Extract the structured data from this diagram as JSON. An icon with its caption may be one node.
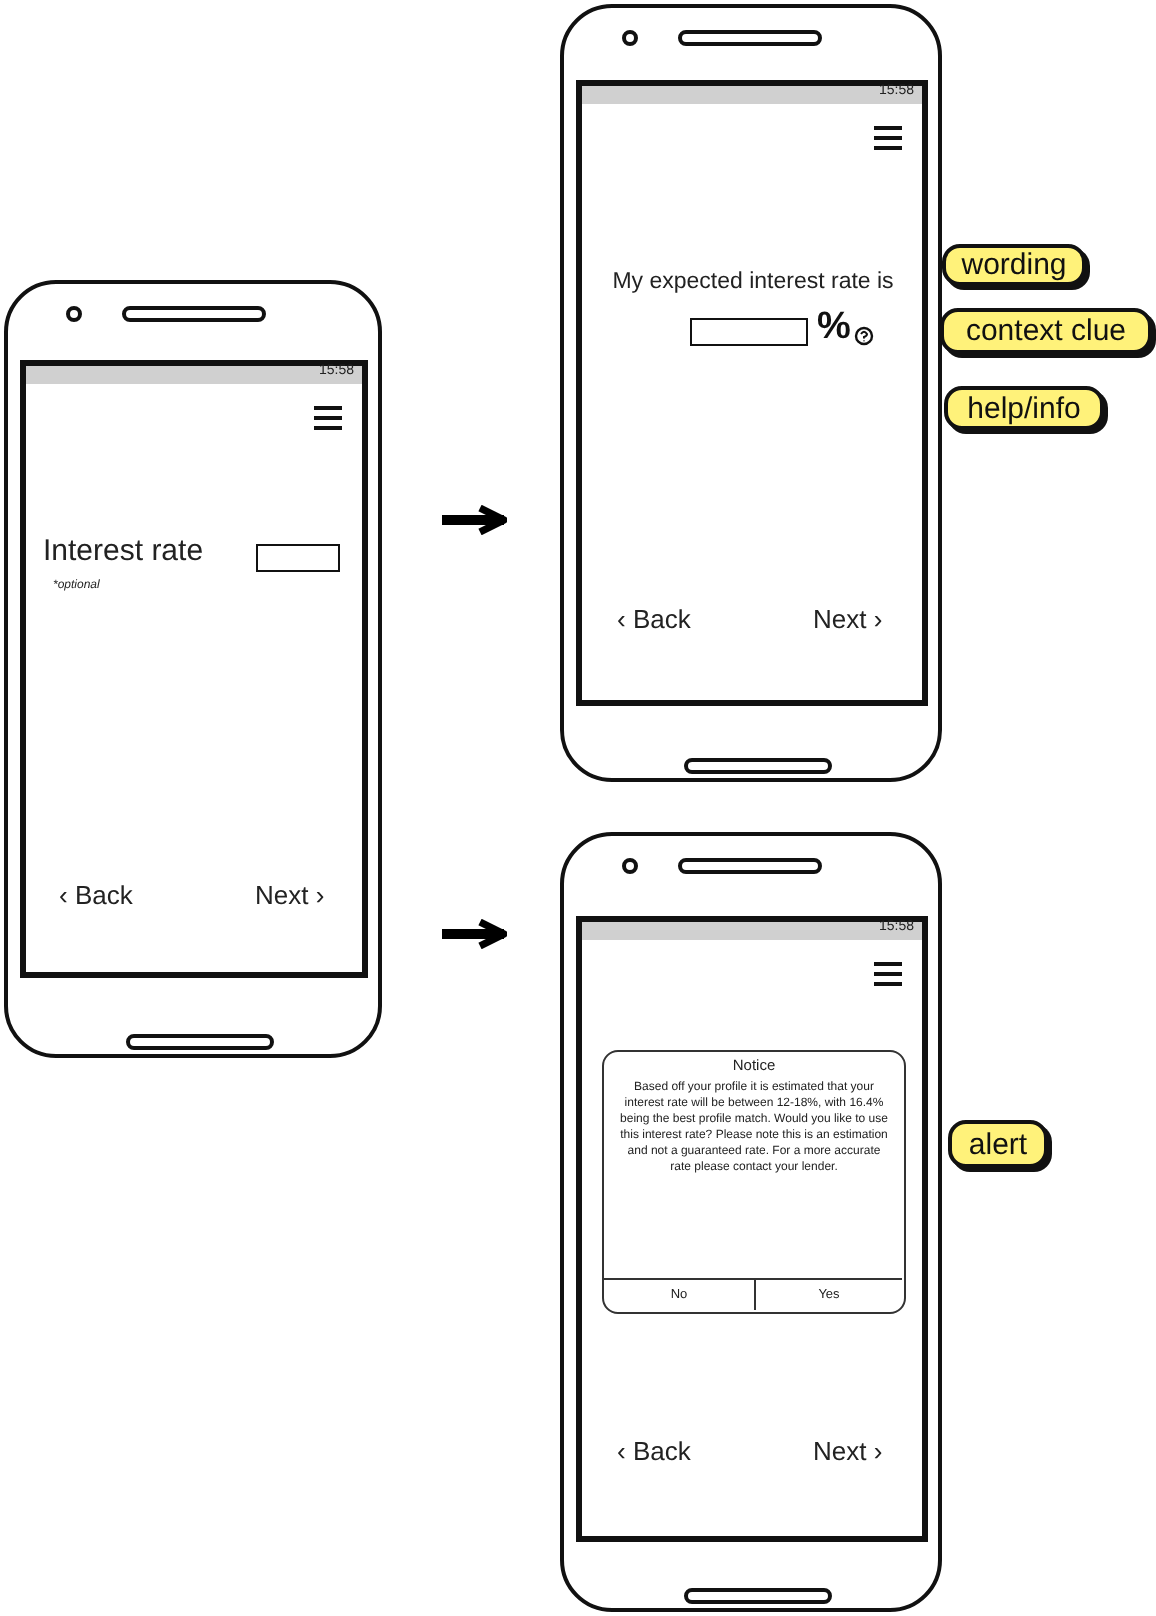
{
  "diagram": {
    "nodes": [
      {
        "text": [
          "15:58",
          "Interest rate",
          "*optional",
          "‹ Back",
          "Next ›"
        ]
      },
      {
        "text": [
          "15:58",
          "My expected interest rate is",
          "%",
          "‹ Back",
          "Next ›"
        ]
      },
      {
        "text": [
          "15:58",
          "‹ Back",
          "Next ›"
        ]
      },
      {
        "text": [
          "Notice",
          "Based off your profile it is estimated that your interest rate will be between 12-18%, with 16.4% being the best profile match. Would you like to use this interest rate? Please note this is an estimation and not a guaranteed rate. For a more accurate rate please contact your lender.",
          "No",
          "Yes"
        ],
        "in": 2
      },
      {
        "text": [
          "wording"
        ]
      },
      {
        "text": [
          "context clue"
        ]
      },
      {
        "text": [
          "help/info"
        ]
      },
      {
        "text": [
          "alert"
        ]
      }
    ],
    "edges": [
      {
        "from": 0,
        "to": 1,
        "arrow": "to"
      },
      {
        "from": 0,
        "to": 2,
        "arrow": "to"
      }
    ]
  }
}
